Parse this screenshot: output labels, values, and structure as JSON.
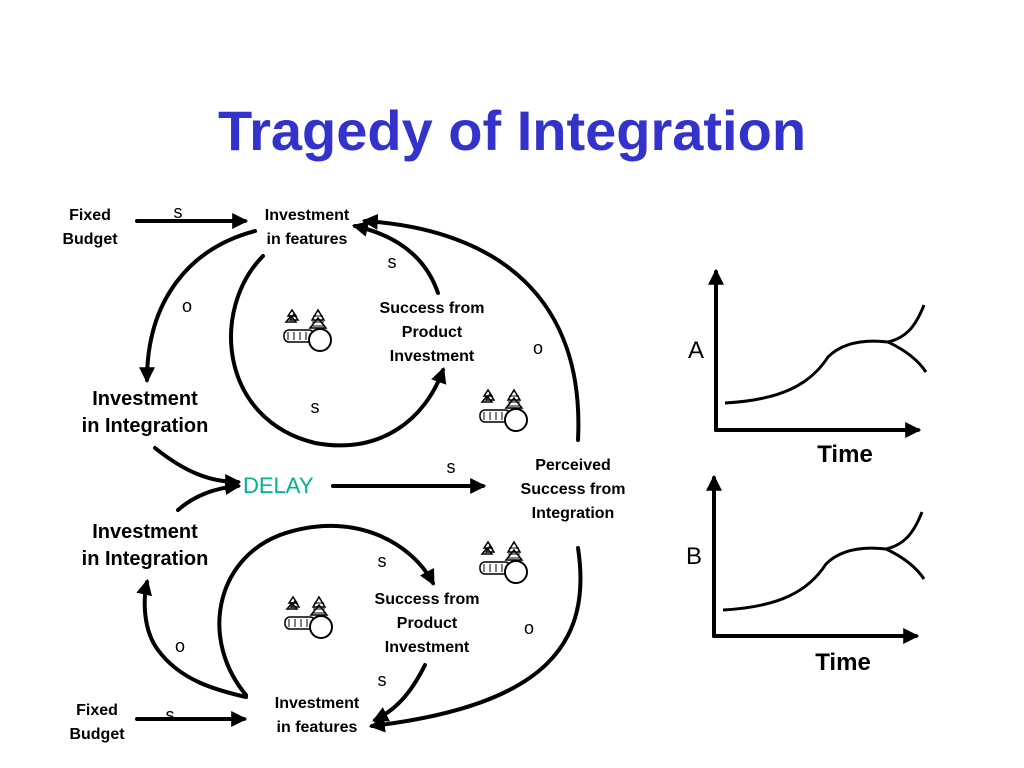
{
  "title": "Tragedy of Integration",
  "nodes": {
    "fixed_budget": [
      "Fixed",
      "Budget"
    ],
    "investment_features": [
      "Investment",
      "in features"
    ],
    "success_product": [
      "Success from",
      "Product",
      "Investment"
    ],
    "investment_integration": [
      "Investment",
      "in Integration"
    ],
    "perceived_success": [
      "Perceived",
      "Success from",
      "Integration"
    ],
    "delay": "DELAY"
  },
  "polarity": {
    "same": "s",
    "opposite": "o"
  },
  "graphs": [
    {
      "label": "A",
      "xlabel": "Time"
    },
    {
      "label": "B",
      "xlabel": "Time"
    }
  ],
  "colors": {
    "title": "#3333cc",
    "delay": "#00b38f"
  }
}
